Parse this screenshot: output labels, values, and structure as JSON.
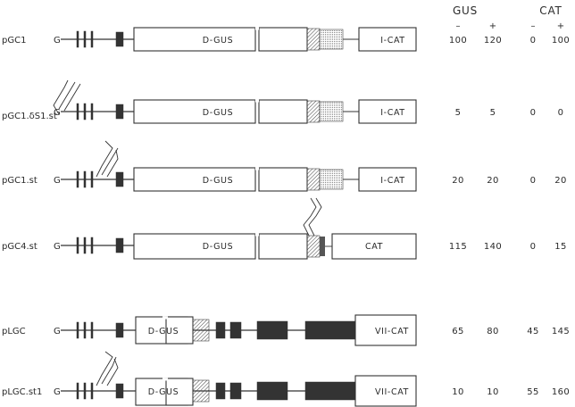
{
  "header": {
    "gus": "GUS",
    "cat": "CAT",
    "minus": "–",
    "plus": "+"
  },
  "rows": [
    {
      "label": "pGC1",
      "boxes": [
        "D-GUS",
        "I-CAT"
      ],
      "values": [
        "100",
        "120",
        "0",
        "100"
      ]
    },
    {
      "label": "pGC1.δS1.st",
      "boxes": [
        "D-GUS",
        "I-CAT"
      ],
      "values": [
        "5",
        "5",
        "0",
        "0"
      ]
    },
    {
      "label": "pGC1.st",
      "boxes": [
        "D-GUS",
        "I-CAT"
      ],
      "values": [
        "20",
        "20",
        "0",
        "20"
      ]
    },
    {
      "label": "pGC4.st",
      "boxes": [
        "D-GUS",
        "CAT"
      ],
      "values": [
        "115",
        "140",
        "0",
        "15"
      ]
    },
    {
      "label": "pLGC",
      "boxes": [
        "D-GUS",
        "VII-CAT"
      ],
      "values": [
        "65",
        "80",
        "45",
        "145"
      ]
    },
    {
      "label": "pLGC.st1",
      "boxes": [
        "D-GUS",
        "VII-CAT"
      ],
      "values": [
        "10",
        "10",
        "55",
        "160"
      ]
    }
  ],
  "promoter_glyph": "G"
}
